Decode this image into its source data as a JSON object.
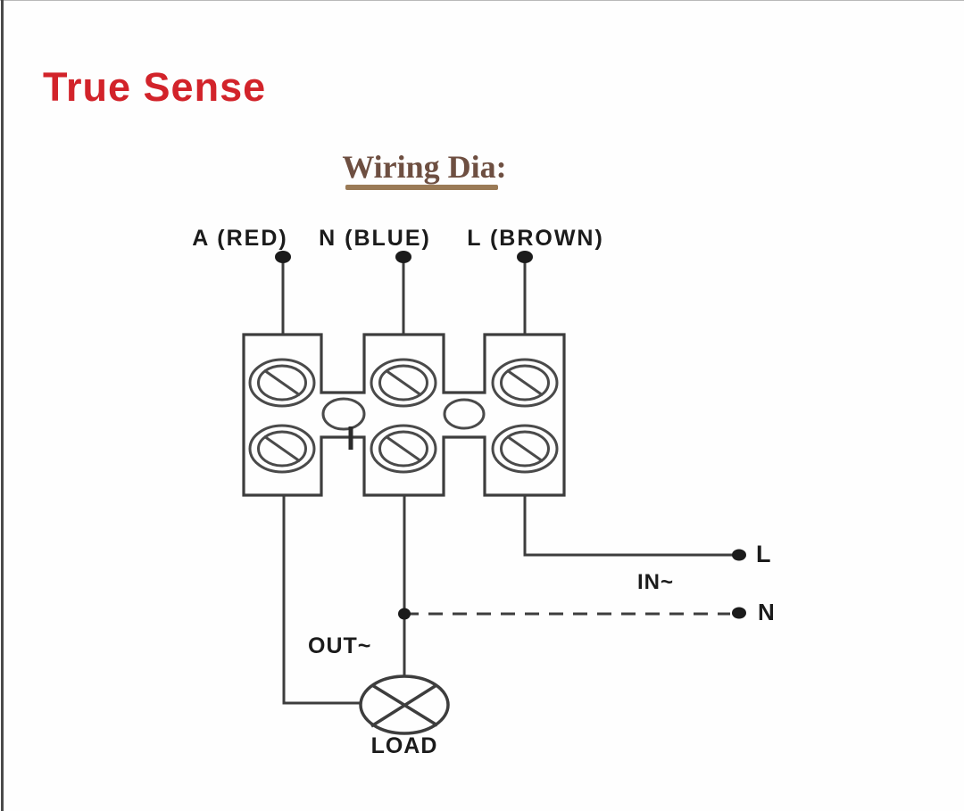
{
  "brand": {
    "name": "True Sense"
  },
  "title": {
    "text": "Wiring Dia:"
  },
  "diagram": {
    "type": "wiring-diagram",
    "terminals": [
      {
        "id": "A",
        "label": "A (RED)"
      },
      {
        "id": "N",
        "label": "N (BLUE)"
      },
      {
        "id": "L",
        "label": "L (BROWN)"
      }
    ],
    "terminal_block": {
      "blocks": 3,
      "screws_per_block": 2
    },
    "input": {
      "label": "IN~",
      "live_label": "L",
      "neutral_label": "N"
    },
    "output": {
      "label": "OUT~"
    },
    "load": {
      "label": "LOAD",
      "symbol": "lamp-circle-x"
    }
  },
  "colors": {
    "accent_red": "#d2232a",
    "title_brown": "#6e4f41",
    "underline_tan": "#9a7a56",
    "line_dark": "#3d3d3d",
    "text_dark": "#1b1b1b",
    "edge_gray": "#4b4b4b"
  }
}
